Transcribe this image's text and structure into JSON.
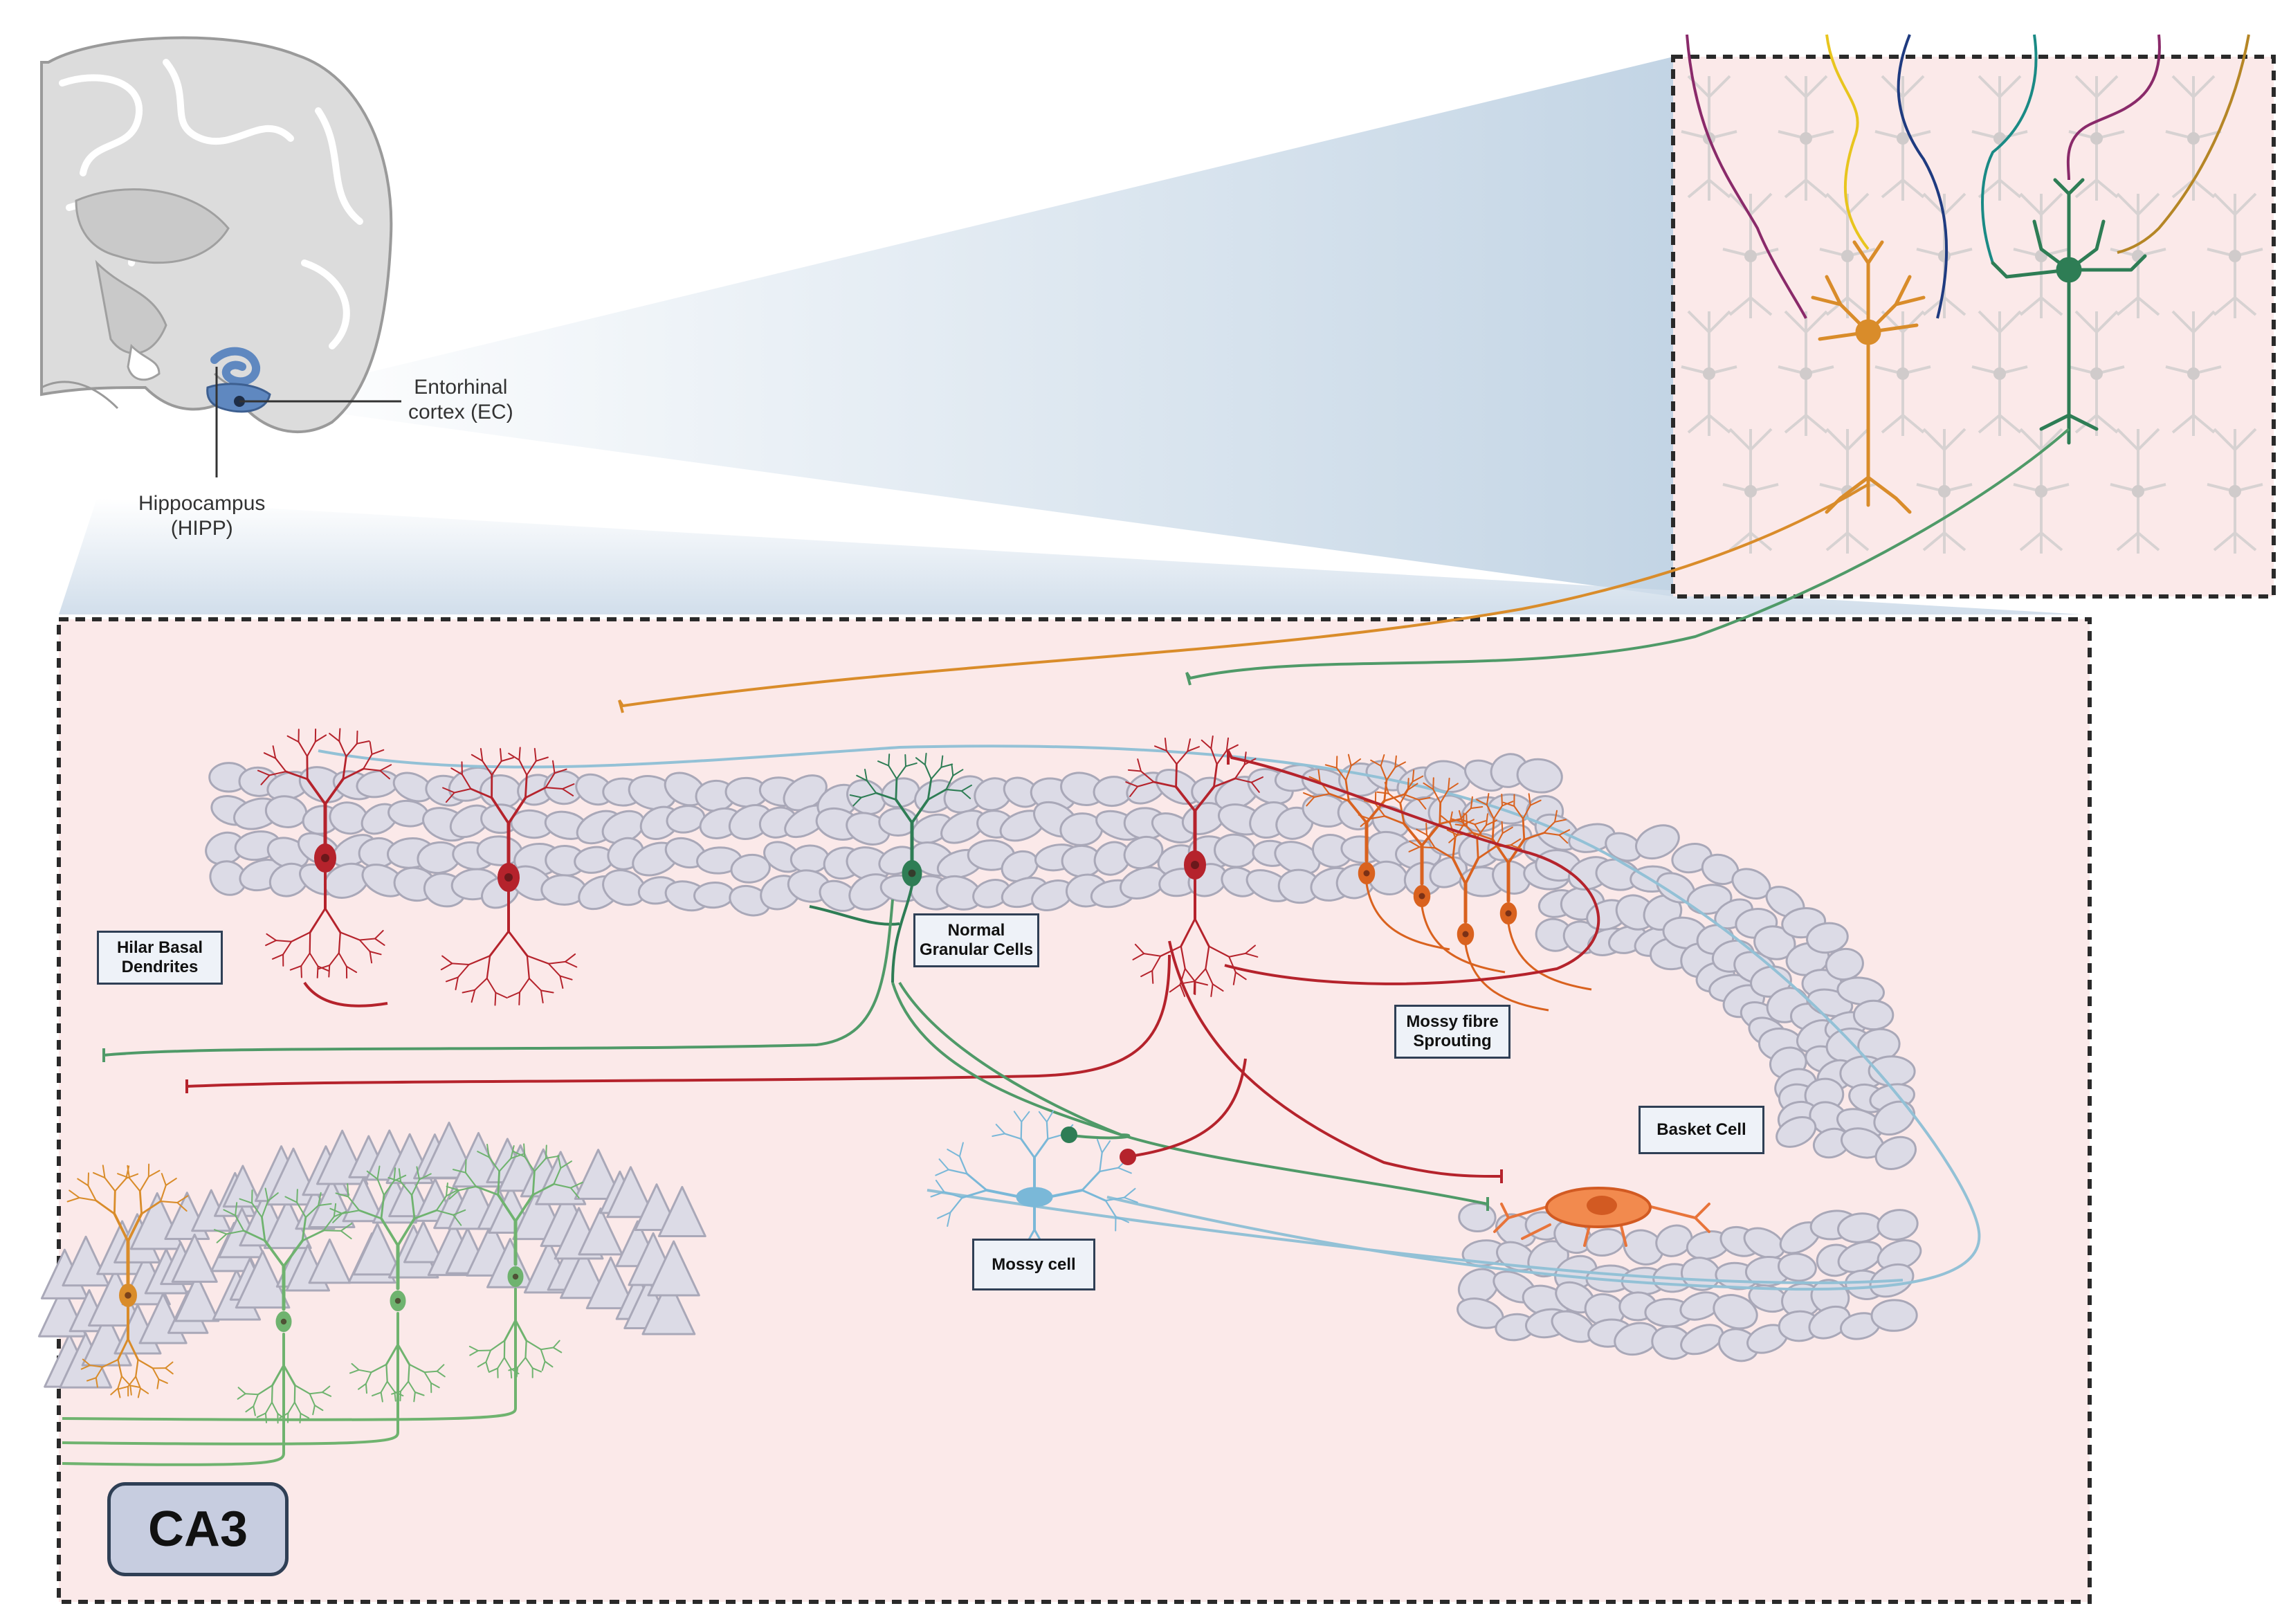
{
  "labels": {
    "entorhinal_line1": "Entorhinal",
    "entorhinal_line2": "cortex (EC)",
    "hippocampus_line1": "Hippocampus",
    "hippocampus_line2": "(HIPP)",
    "hilar_line1": "Hilar Basal",
    "hilar_line2": "Dendrites",
    "granular_line1": "Normal",
    "granular_line2": "Granular Cells",
    "mossy_fibre_line1": "Mossy fibre",
    "mossy_fibre_line2": "Sprouting",
    "basket_cell": "Basket Cell",
    "mossy_cell": "Mossy cell",
    "region": "CA3"
  },
  "colors": {
    "panel_fill": "#fbe9e9",
    "panel_border": "#2a2a2a",
    "projection_fill": "#b8cde0",
    "cell_fill": "#dcdbe6",
    "cell_stroke": "#a9a8b8",
    "hilar_neuron": "#b5232c",
    "granular_neuron": "#2e7d55",
    "sprouting_neuron": "#d9621f",
    "ca3_orange": "#d98c2a",
    "ca3_green": "#6fb36f",
    "mossy_cell": "#7ab8d8",
    "basket_cell": "#e8743a",
    "axon_blue": "#93c1d6",
    "brain_fill": "#dcdcdc",
    "brain_stroke": "#9a9a9a",
    "hippocampus_blue": "#5f88c0"
  },
  "icons": {
    "brain": "brain-coronal-section-icon",
    "neuron": "neuron-icon"
  }
}
